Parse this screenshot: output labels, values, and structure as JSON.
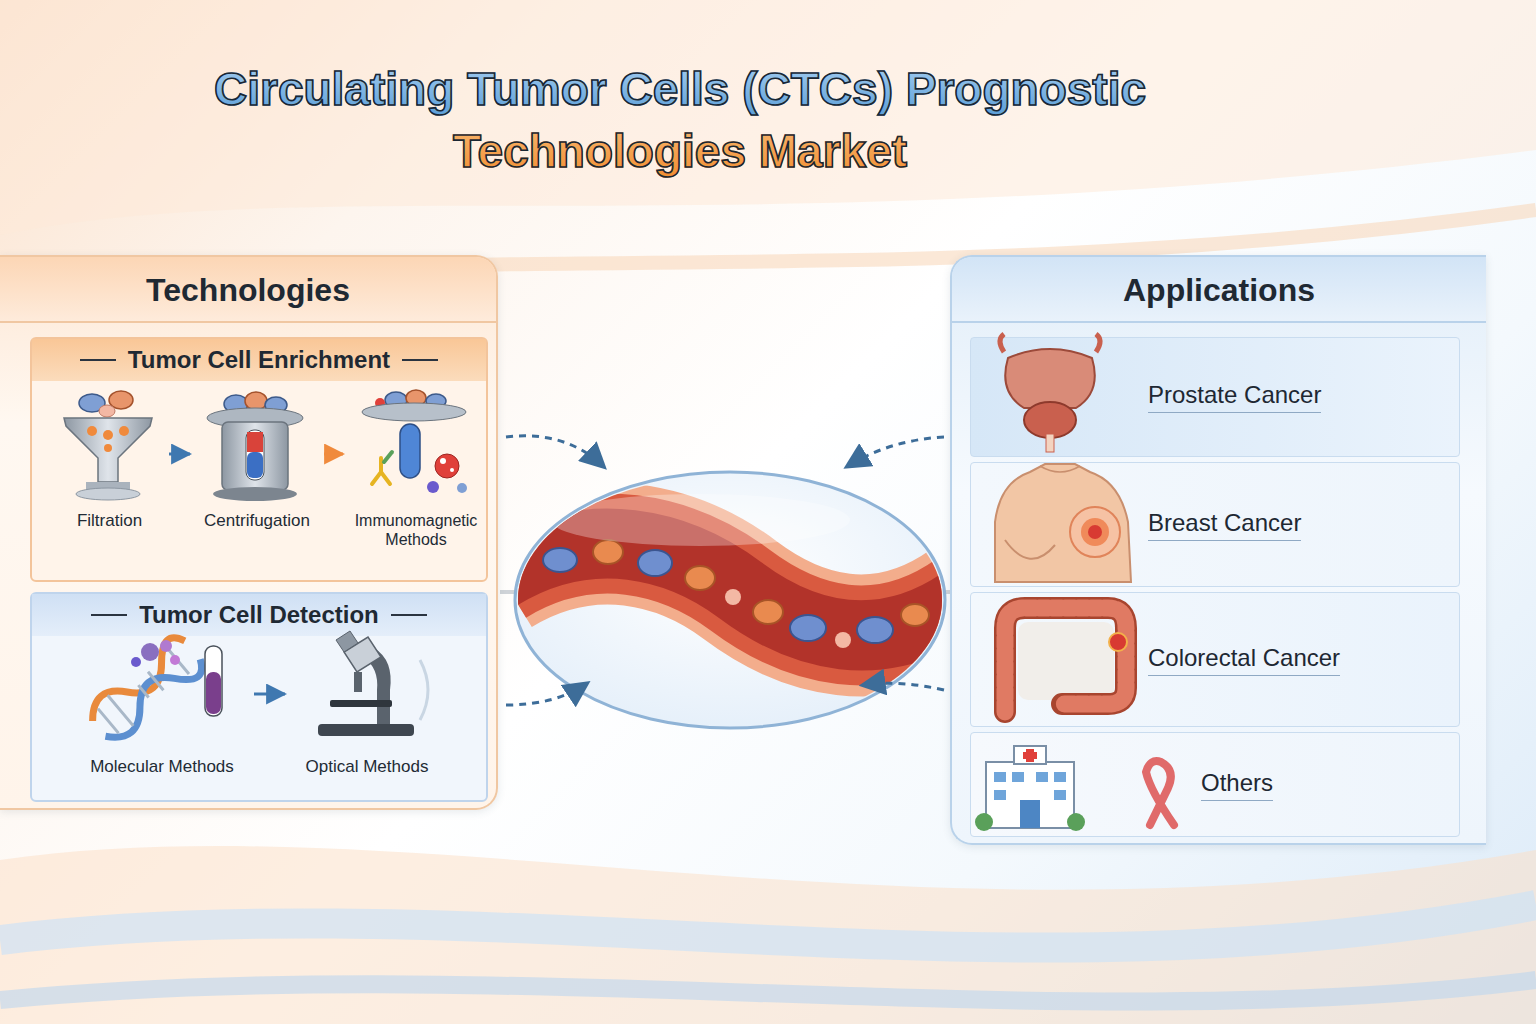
{
  "diagram": {
    "title": "Circulating Tumor Cells (CTCs) Prognostic Technologies Market",
    "nodes": [
      {
        "text": [
          "Technologies"
        ]
      },
      {
        "text": [
          "Tumor Cell Enrichment"
        ],
        "in": 0
      },
      {
        "text": [
          "Filtration"
        ],
        "in": 1
      },
      {
        "text": [
          "Centrifugation"
        ],
        "in": 1
      },
      {
        "text": [
          "Immunomagnetic Methods"
        ],
        "in": 1
      },
      {
        "text": [
          "Tumor Cell Detection"
        ],
        "in": 0
      },
      {
        "text": [
          "Molecular Methods"
        ],
        "in": 5
      },
      {
        "text": [
          "Optical Methods"
        ],
        "in": 5
      },
      {
        "text": [
          "Applications"
        ]
      },
      {
        "text": [
          "Prostate Cancer"
        ],
        "in": 8
      },
      {
        "text": [
          "Breast Cancer"
        ],
        "in": 8
      },
      {
        "text": [
          "Colorectal Cancer"
        ],
        "in": 8
      },
      {
        "text": [
          "Others"
        ],
        "in": 8
      }
    ],
    "edges": [
      {
        "from": 2,
        "to": 3,
        "arrow": "to"
      },
      {
        "from": 3,
        "to": 4,
        "arrow": "to"
      },
      {
        "from": 6,
        "to": 7,
        "arrow": "to"
      }
    ]
  }
}
